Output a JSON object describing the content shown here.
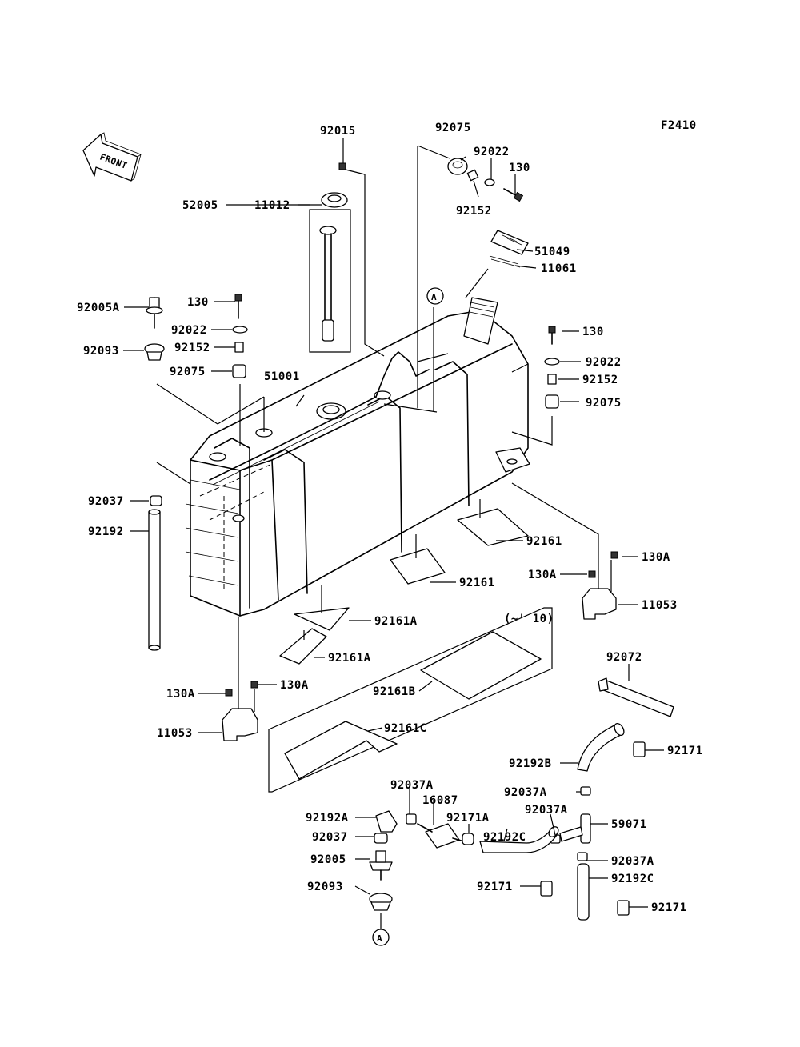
{
  "figure_code": "F2410",
  "front_label": "FRONT",
  "ref_marker": "A",
  "variant_note": "(~' 10)",
  "parts": {
    "p92015": "92015",
    "p92075_top": "92075",
    "p92022_top": "92022",
    "p130_top": "130",
    "p92152_top": "92152",
    "p52005": "52005",
    "p11012": "11012",
    "p51049": "51049",
    "p11061": "11061",
    "p92005A": "92005A",
    "p130_left": "130",
    "p92022_left": "92022",
    "p92093_left": "92093",
    "p92152_left": "92152",
    "p92075_left": "92075",
    "p51001": "51001",
    "p130_right": "130",
    "p92022_right": "92022",
    "p92152_right": "92152",
    "p92075_right": "92075",
    "p92037_left": "92037",
    "p92192_left": "92192",
    "p92161_r1": "92161",
    "p92161_r2": "92161",
    "p130A_r1": "130A",
    "p130A_r2": "130A",
    "p11053_right": "11053",
    "p92161A_1": "92161A",
    "p92161A_2": "92161A",
    "p92072": "92072",
    "p92161B": "92161B",
    "p130A_l1": "130A",
    "p130A_l2": "130A",
    "p11053_left": "11053",
    "p92161C": "92161C",
    "p92192B": "92192B",
    "p92171_1": "92171",
    "p92037A_1": "92037A",
    "p16087": "16087",
    "p92037A_2": "92037A",
    "p92192A": "92192A",
    "p92171A": "92171A",
    "p92037A_3": "92037A",
    "p59071": "59071",
    "p92037_bottom": "92037",
    "p92192C_1": "92192C",
    "p92005": "92005",
    "p92037A_4": "92037A",
    "p92171_2": "92171",
    "p92192C_2": "92192C",
    "p92093_bottom": "92093",
    "p92171_3": "92171"
  }
}
